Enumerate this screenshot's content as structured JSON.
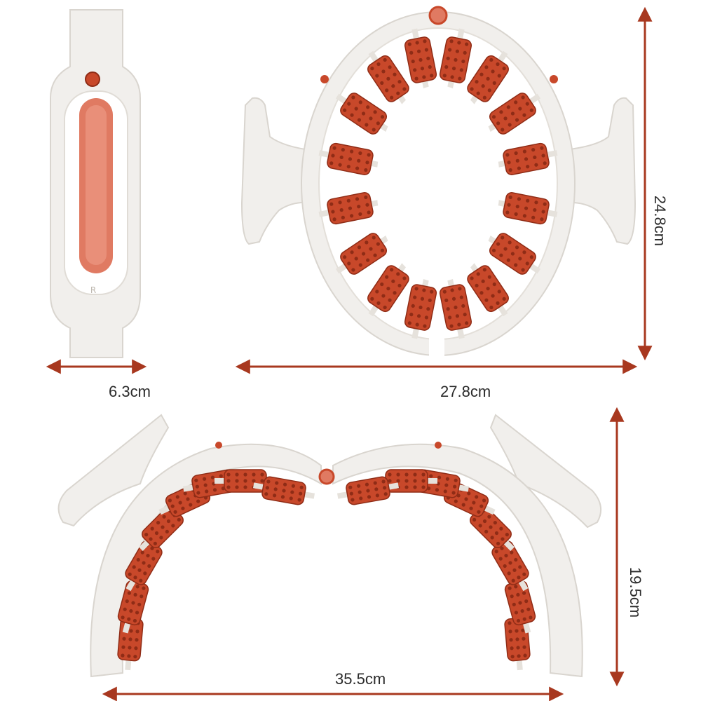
{
  "colors": {
    "background": "#ffffff",
    "frame": "#f1efec",
    "frame_edge": "#d9d5cf",
    "roller": "#c8482a",
    "roller_dark": "#8f2c16",
    "accent": "#e07a62",
    "arrow": "#a8381f",
    "text": "#2b2b2b"
  },
  "icons": [
    "side-view-device",
    "closed-ring-massager",
    "open-arc-massager",
    "dimension-arrow"
  ],
  "dimensions": {
    "side_width": "6.3cm",
    "ring_width": "27.8cm",
    "ring_height": "24.8cm",
    "arc_width": "35.5cm",
    "arc_height": "19.5cm"
  }
}
